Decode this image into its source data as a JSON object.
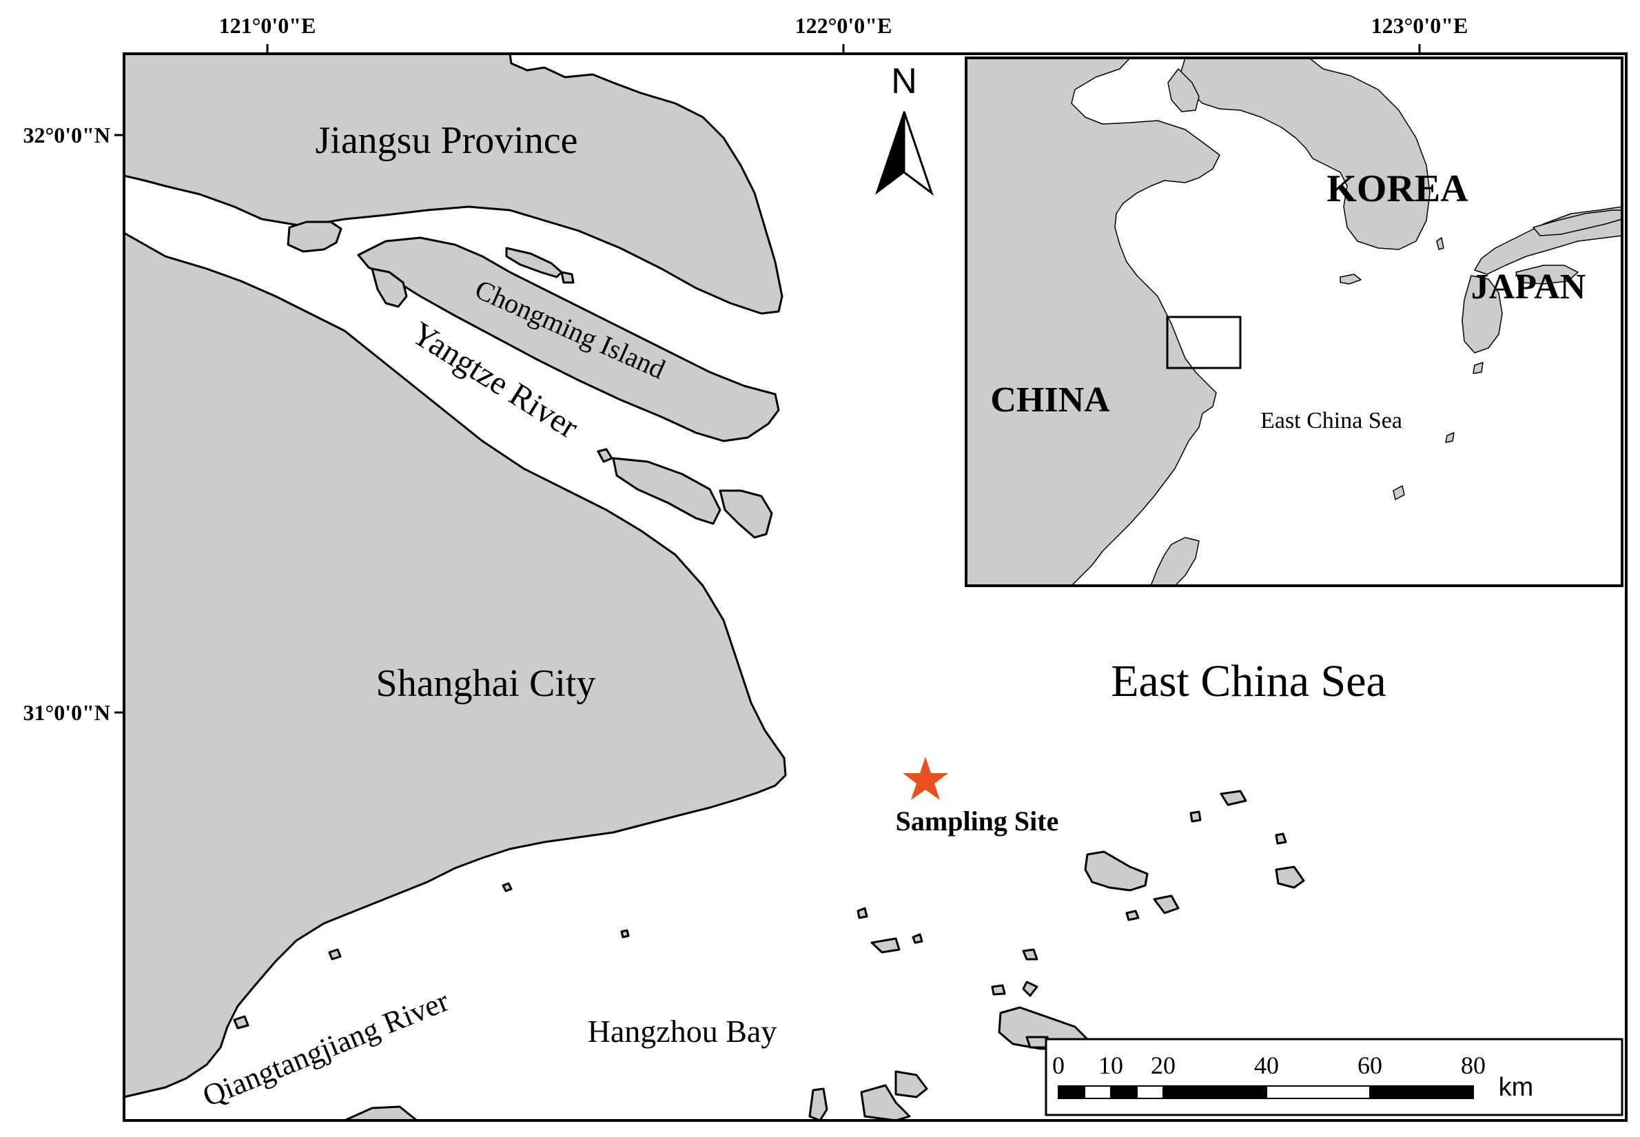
{
  "axes": {
    "longitude_labels": [
      "121°0'0\"E",
      "122°0'0\"E",
      "123°0'0\"E"
    ],
    "latitude_labels": [
      "32°0'0\"N",
      "31°0'0\"N"
    ]
  },
  "labels": {
    "jiangsu": "Jiangsu Province",
    "chongming": "Chongming Island",
    "yangtze": "Yangtze River",
    "shanghai": "Shanghai City",
    "east_china_sea": "East China Sea",
    "sampling_site": "Sampling Site",
    "qiangtangjiang": "Qiangtangjiang River",
    "hangzhou_bay": "Hangzhou Bay"
  },
  "north_arrow": {
    "label": "N"
  },
  "inset": {
    "korea": "KOREA",
    "japan": "JAPAN",
    "china": "CHINA",
    "east_china_sea": "East China Sea"
  },
  "scale_bar": {
    "ticks": [
      "0",
      "10",
      "20",
      "40",
      "60",
      "80"
    ],
    "unit": "km"
  },
  "colors": {
    "land": "#cccccc",
    "sea": "#ffffff",
    "sampling_marker": "#e8501e"
  },
  "icons": {
    "sampling_marker": "star",
    "north_arrow": "north-arrow-icon"
  }
}
